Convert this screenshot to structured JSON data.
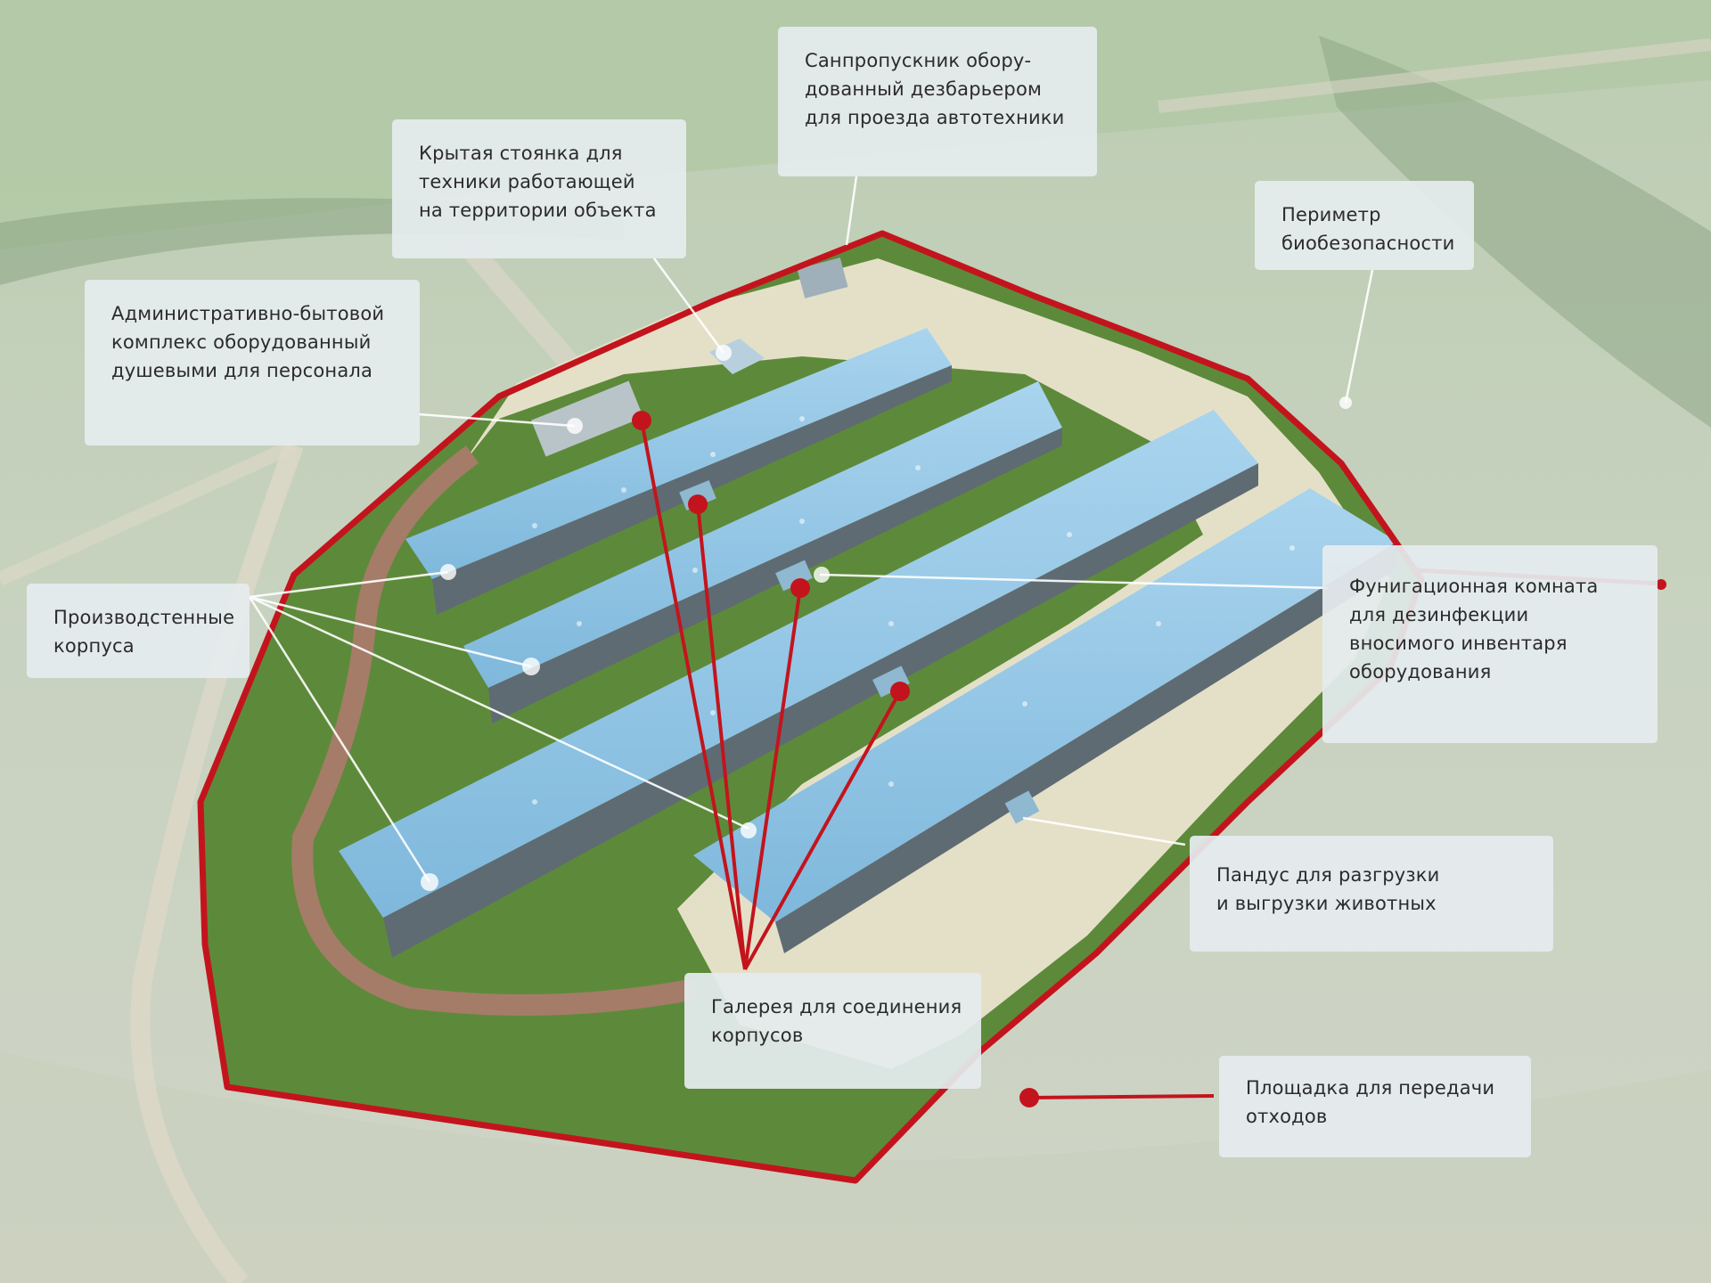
{
  "colors": {
    "perimeter": "#c3141d",
    "leader_white": "#ffffff",
    "roof": "#8fc3e3",
    "grass": "#5d8a3a",
    "concrete": "#e4e0c8",
    "callout_bg": "#e5ecee"
  },
  "callouts": [
    {
      "id": "sanpropusknik",
      "lines": [
        "Санпропускник обору-",
        "дованный дезбарьером",
        "для проезда автотехники"
      ]
    },
    {
      "id": "krytaya-stoyanka",
      "lines": [
        "Крытая стоянка для",
        "техники работающей",
        "на территории объекта"
      ]
    },
    {
      "id": "perimetr",
      "lines": [
        "Периметр",
        "биобезопасности"
      ]
    },
    {
      "id": "adm-kompleks",
      "lines": [
        "Административно-бытовой",
        "комплекс оборудованный",
        "душевыми для персонала"
      ]
    },
    {
      "id": "proizvodstvennye",
      "lines": [
        "Производстенные",
        "корпуса"
      ]
    },
    {
      "id": "fumigatsionnaya",
      "lines": [
        "Фунигационная комната",
        "для дезинфекции",
        "вносимого инвентаря",
        "оборудования"
      ]
    },
    {
      "id": "pandus",
      "lines": [
        "Пандус для разгрузки",
        "и выгрузки животных"
      ]
    },
    {
      "id": "galereya",
      "lines": [
        "Галерея для соединения",
        "корпусов"
      ]
    },
    {
      "id": "ploshchadka",
      "lines": [
        "Площадка для передачи",
        "отходов"
      ]
    }
  ]
}
